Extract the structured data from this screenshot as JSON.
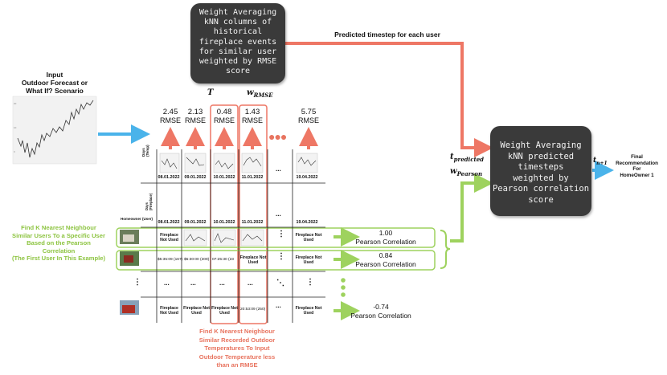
{
  "top_box": {
    "lines": [
      "Weight Averaging",
      "kNN columns of",
      "historical",
      "fireplace events",
      "for similar user",
      "weighted by RMSE",
      "score"
    ]
  },
  "right_box": {
    "lines": [
      "Weight Averaging",
      "kNN predicted",
      "timesteps",
      "weighted by",
      "Pearson correlation",
      "score"
    ]
  },
  "labels": {
    "predicted_timestep": "Predicted timestep for each user",
    "input": [
      "Input",
      "Outdoor Forecast or",
      "What If? Scenario"
    ],
    "final": [
      "Final",
      "Recommendation",
      "For",
      "HomeOwner 1"
    ],
    "t_predicted": "t",
    "t_predicted_sub": "predicted",
    "w_pearson": "w",
    "w_pearson_sub": "Pearson",
    "t_n1": "t",
    "t_n1_sub": "n+1",
    "T": "T",
    "w_rmse": "w",
    "w_rmse_sub": "RMSE",
    "left_green": [
      "Find K Nearest Neighbour",
      "Similar Users To a Specific User",
      "Based on the Pearson",
      "Correlation",
      "(The First User In This Example)"
    ],
    "bottom_red": [
      "Find K Nearest Neighbour",
      "Similar Recorded Outdoor",
      "Temperatures To Input",
      "Outdoor Temperature less",
      "than an RMSE"
    ]
  },
  "rmse_cols": [
    {
      "value": "2.45",
      "label": "RMSE"
    },
    {
      "value": "2.13",
      "label": "RMSE"
    },
    {
      "value": "0.48",
      "label": "RMSE"
    },
    {
      "value": "1.43",
      "label": "RMSE"
    },
    {
      "value": "5.75",
      "label": "RMSE"
    }
  ],
  "dots": "●●●",
  "ellipsis": "...",
  "vdots": "⋮",
  "ddots": "⋱",
  "table": {
    "days_label": "Days (Temp)",
    "days_label2": "Days (Fireplace)",
    "homeowner_label": "Homeowner (User)",
    "dates_top": [
      "08.01.2022",
      "09.01.2022",
      "10.01.2022",
      "11.01.2022",
      "19.04.2022"
    ],
    "dates_mid": [
      "08.01.2022",
      "09.01.2022",
      "10.01.2022",
      "11.01.2022",
      "19.04.2022"
    ],
    "row1": [
      "Fireplace Not Used",
      "",
      "",
      "",
      "Fireplace Not Used"
    ],
    "row2": [
      "$5:35:09 (167)",
      "$5:30:00 (209)",
      "07:25:30 (23",
      "Fireplace Not Used",
      "Fireplace Not Used"
    ],
    "row3": [
      "Fireplace Not Used",
      "Fireplace Not Used",
      "Fireplace Not Used",
      "20:53:09 (250)",
      "Fireplace Not Used"
    ]
  },
  "pearson": [
    {
      "value": "1.00",
      "label": "Pearson Correlation"
    },
    {
      "value": "0.84",
      "label": "Pearson Correlation"
    },
    {
      "value": "-0.74",
      "label": "Pearson Correlation"
    }
  ],
  "colors": {
    "red": "#ee7765",
    "blue": "#4ab3ea",
    "green": "#9ed25e",
    "dark": "#3a3a3a"
  }
}
